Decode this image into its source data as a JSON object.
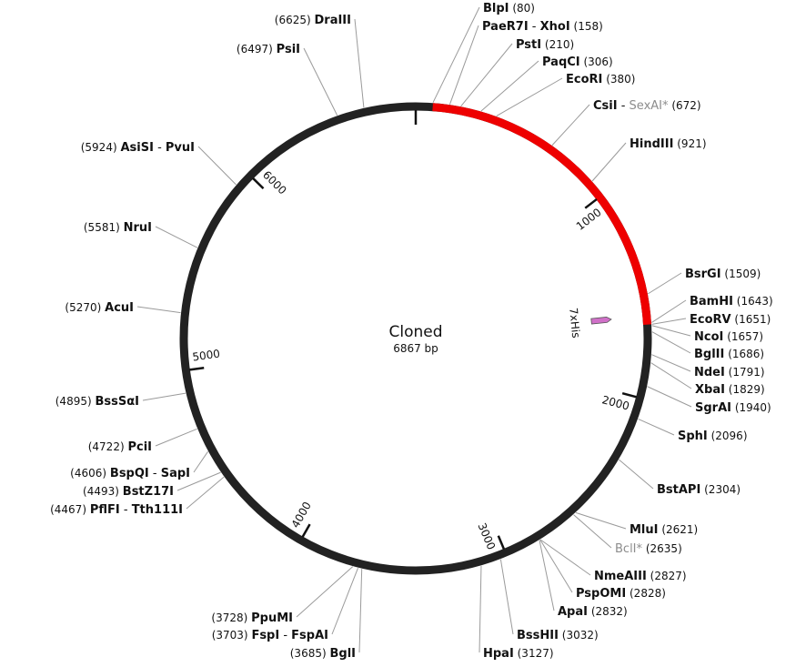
{
  "plasmid": {
    "name": "Cloned",
    "size_label": "6867 bp",
    "length": 6867
  },
  "colors": {
    "backbone": "#222222",
    "insert": "#ee0000",
    "feature": "#d070c8"
  },
  "insert": {
    "start": 80,
    "end": 1651
  },
  "feature": {
    "name": "7xHis",
    "start": 1595,
    "end": 1625
  },
  "ticks": [
    {
      "pos": 0,
      "label": ""
    },
    {
      "pos": 1000,
      "label": "1000"
    },
    {
      "pos": 2000,
      "label": "2000"
    },
    {
      "pos": 3000,
      "label": "3000"
    },
    {
      "pos": 4000,
      "label": "4000"
    },
    {
      "pos": 5000,
      "label": "5000"
    },
    {
      "pos": 6000,
      "label": "6000"
    }
  ],
  "sites": [
    {
      "side": "right",
      "pos": 80,
      "names": [
        "BlpI"
      ],
      "pos_label": "(80)"
    },
    {
      "side": "right",
      "pos": 158,
      "names": [
        "PaeR7I",
        "XhoI"
      ],
      "pos_label": "(158)"
    },
    {
      "side": "right",
      "pos": 210,
      "names": [
        "PstI"
      ],
      "pos_label": "(210)"
    },
    {
      "side": "right",
      "pos": 306,
      "names": [
        "PaqCI"
      ],
      "pos_label": "(306)"
    },
    {
      "side": "right",
      "pos": 380,
      "names": [
        "EcoRI"
      ],
      "pos_label": "(380)"
    },
    {
      "side": "right",
      "pos": 672,
      "names": [
        "CsiI",
        "SexAI*"
      ],
      "dim": [
        false,
        true
      ],
      "pos_label": "(672)"
    },
    {
      "side": "right",
      "pos": 921,
      "names": [
        "HindIII"
      ],
      "pos_label": "(921)"
    },
    {
      "side": "right",
      "pos": 1509,
      "names": [
        "BsrGI"
      ],
      "pos_label": "(1509)"
    },
    {
      "side": "right",
      "pos": 1643,
      "names": [
        "BamHI"
      ],
      "pos_label": "(1643)"
    },
    {
      "side": "right",
      "pos": 1651,
      "names": [
        "EcoRV"
      ],
      "pos_label": "(1651)"
    },
    {
      "side": "right",
      "pos": 1657,
      "names": [
        "NcoI"
      ],
      "pos_label": "(1657)"
    },
    {
      "side": "right",
      "pos": 1686,
      "names": [
        "BglII"
      ],
      "pos_label": "(1686)"
    },
    {
      "side": "right",
      "pos": 1791,
      "names": [
        "NdeI"
      ],
      "pos_label": "(1791)"
    },
    {
      "side": "right",
      "pos": 1829,
      "names": [
        "XbaI"
      ],
      "pos_label": "(1829)"
    },
    {
      "side": "right",
      "pos": 1940,
      "names": [
        "SgrAI"
      ],
      "pos_label": "(1940)"
    },
    {
      "side": "right",
      "pos": 2096,
      "names": [
        "SphI"
      ],
      "pos_label": "(2096)"
    },
    {
      "side": "right",
      "pos": 2304,
      "names": [
        "BstAPI"
      ],
      "pos_label": "(2304)"
    },
    {
      "side": "right",
      "pos": 2621,
      "names": [
        "MluI"
      ],
      "pos_label": "(2621)"
    },
    {
      "side": "right",
      "pos": 2635,
      "names": [
        "BclI*"
      ],
      "dim": [
        true
      ],
      "pos_label": "(2635)"
    },
    {
      "side": "right",
      "pos": 2827,
      "names": [
        "NmeAIII"
      ],
      "pos_label": "(2827)"
    },
    {
      "side": "right",
      "pos": 2828,
      "names": [
        "PspOMI"
      ],
      "pos_label": "(2828)"
    },
    {
      "side": "right",
      "pos": 2832,
      "names": [
        "ApaI"
      ],
      "pos_label": "(2832)"
    },
    {
      "side": "right",
      "pos": 3032,
      "names": [
        "BssHII"
      ],
      "pos_label": "(3032)"
    },
    {
      "side": "right",
      "pos": 3127,
      "names": [
        "HpaI"
      ],
      "pos_label": "(3127)"
    },
    {
      "side": "left",
      "pos": 3685,
      "names": [
        "BglI"
      ],
      "pos_label": "(3685)"
    },
    {
      "side": "left",
      "pos": 3703,
      "names": [
        "FspI",
        "FspAI"
      ],
      "pos_label": "(3703)"
    },
    {
      "side": "left",
      "pos": 3728,
      "names": [
        "PpuMI"
      ],
      "pos_label": "(3728)"
    },
    {
      "side": "left",
      "pos": 4467,
      "names": [
        "PflFI",
        "Tth111I"
      ],
      "pos_label": "(4467)"
    },
    {
      "side": "left",
      "pos": 4493,
      "names": [
        "BstZ17I"
      ],
      "pos_label": "(4493)"
    },
    {
      "side": "left",
      "pos": 4606,
      "names": [
        "BspQI",
        "SapI"
      ],
      "pos_label": "(4606)"
    },
    {
      "side": "left",
      "pos": 4722,
      "names": [
        "PciI"
      ],
      "pos_label": "(4722)"
    },
    {
      "side": "left",
      "pos": 4895,
      "names": [
        "BssSαI"
      ],
      "pos_label": "(4895)"
    },
    {
      "side": "left",
      "pos": 5270,
      "names": [
        "AcuI"
      ],
      "pos_label": "(5270)"
    },
    {
      "side": "left",
      "pos": 5581,
      "names": [
        "NruI"
      ],
      "pos_label": "(5581)"
    },
    {
      "side": "left",
      "pos": 5924,
      "names": [
        "AsiSI",
        "PvuI"
      ],
      "pos_label": "(5924)"
    },
    {
      "side": "left",
      "pos": 6497,
      "names": [
        "PsiI"
      ],
      "pos_label": "(6497)"
    },
    {
      "side": "left",
      "pos": 6625,
      "names": [
        "DraIII"
      ],
      "pos_label": "(6625)"
    }
  ]
}
